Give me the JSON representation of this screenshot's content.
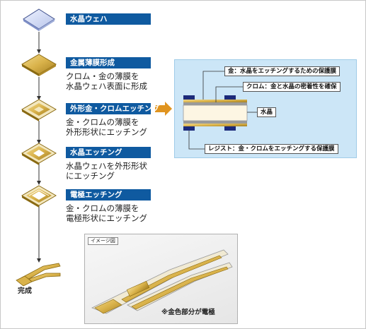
{
  "steps": [
    {
      "title": "水晶ウェハ",
      "desc": []
    },
    {
      "title": "金属薄膜形成",
      "desc": [
        "クロム・金の薄膜を",
        "水晶ウェハ表面に形成"
      ]
    },
    {
      "title": "外形金・クロムエッチング",
      "desc": [
        "金・クロムの薄膜を",
        "外形形状にエッチング"
      ]
    },
    {
      "title": "水晶エッチング",
      "desc": [
        "水晶ウェハを外形形状",
        "にエッチング"
      ]
    },
    {
      "title": "電極エッチング",
      "desc": [
        "金・クロムの薄膜を",
        "電極形状にエッチング"
      ]
    }
  ],
  "completion_label": "完成",
  "cross_section": {
    "gold_label": "金：水晶をエッチングするための保護膜",
    "chrome_label": "クロム：金と水晶の密着性を確保",
    "crystal_label": "水晶",
    "resist_label": "レジスト：金・クロムをエッチングする保護膜"
  },
  "image_sample": {
    "tag": "イメージ図",
    "note": "※金色部分が電極"
  },
  "colors": {
    "header_blue": "#0f5aa0",
    "panel_blue": "#cce6f7",
    "gold": "#d9b24a",
    "crystal": "#fdf6e3",
    "resist": "#1c2a7a"
  }
}
